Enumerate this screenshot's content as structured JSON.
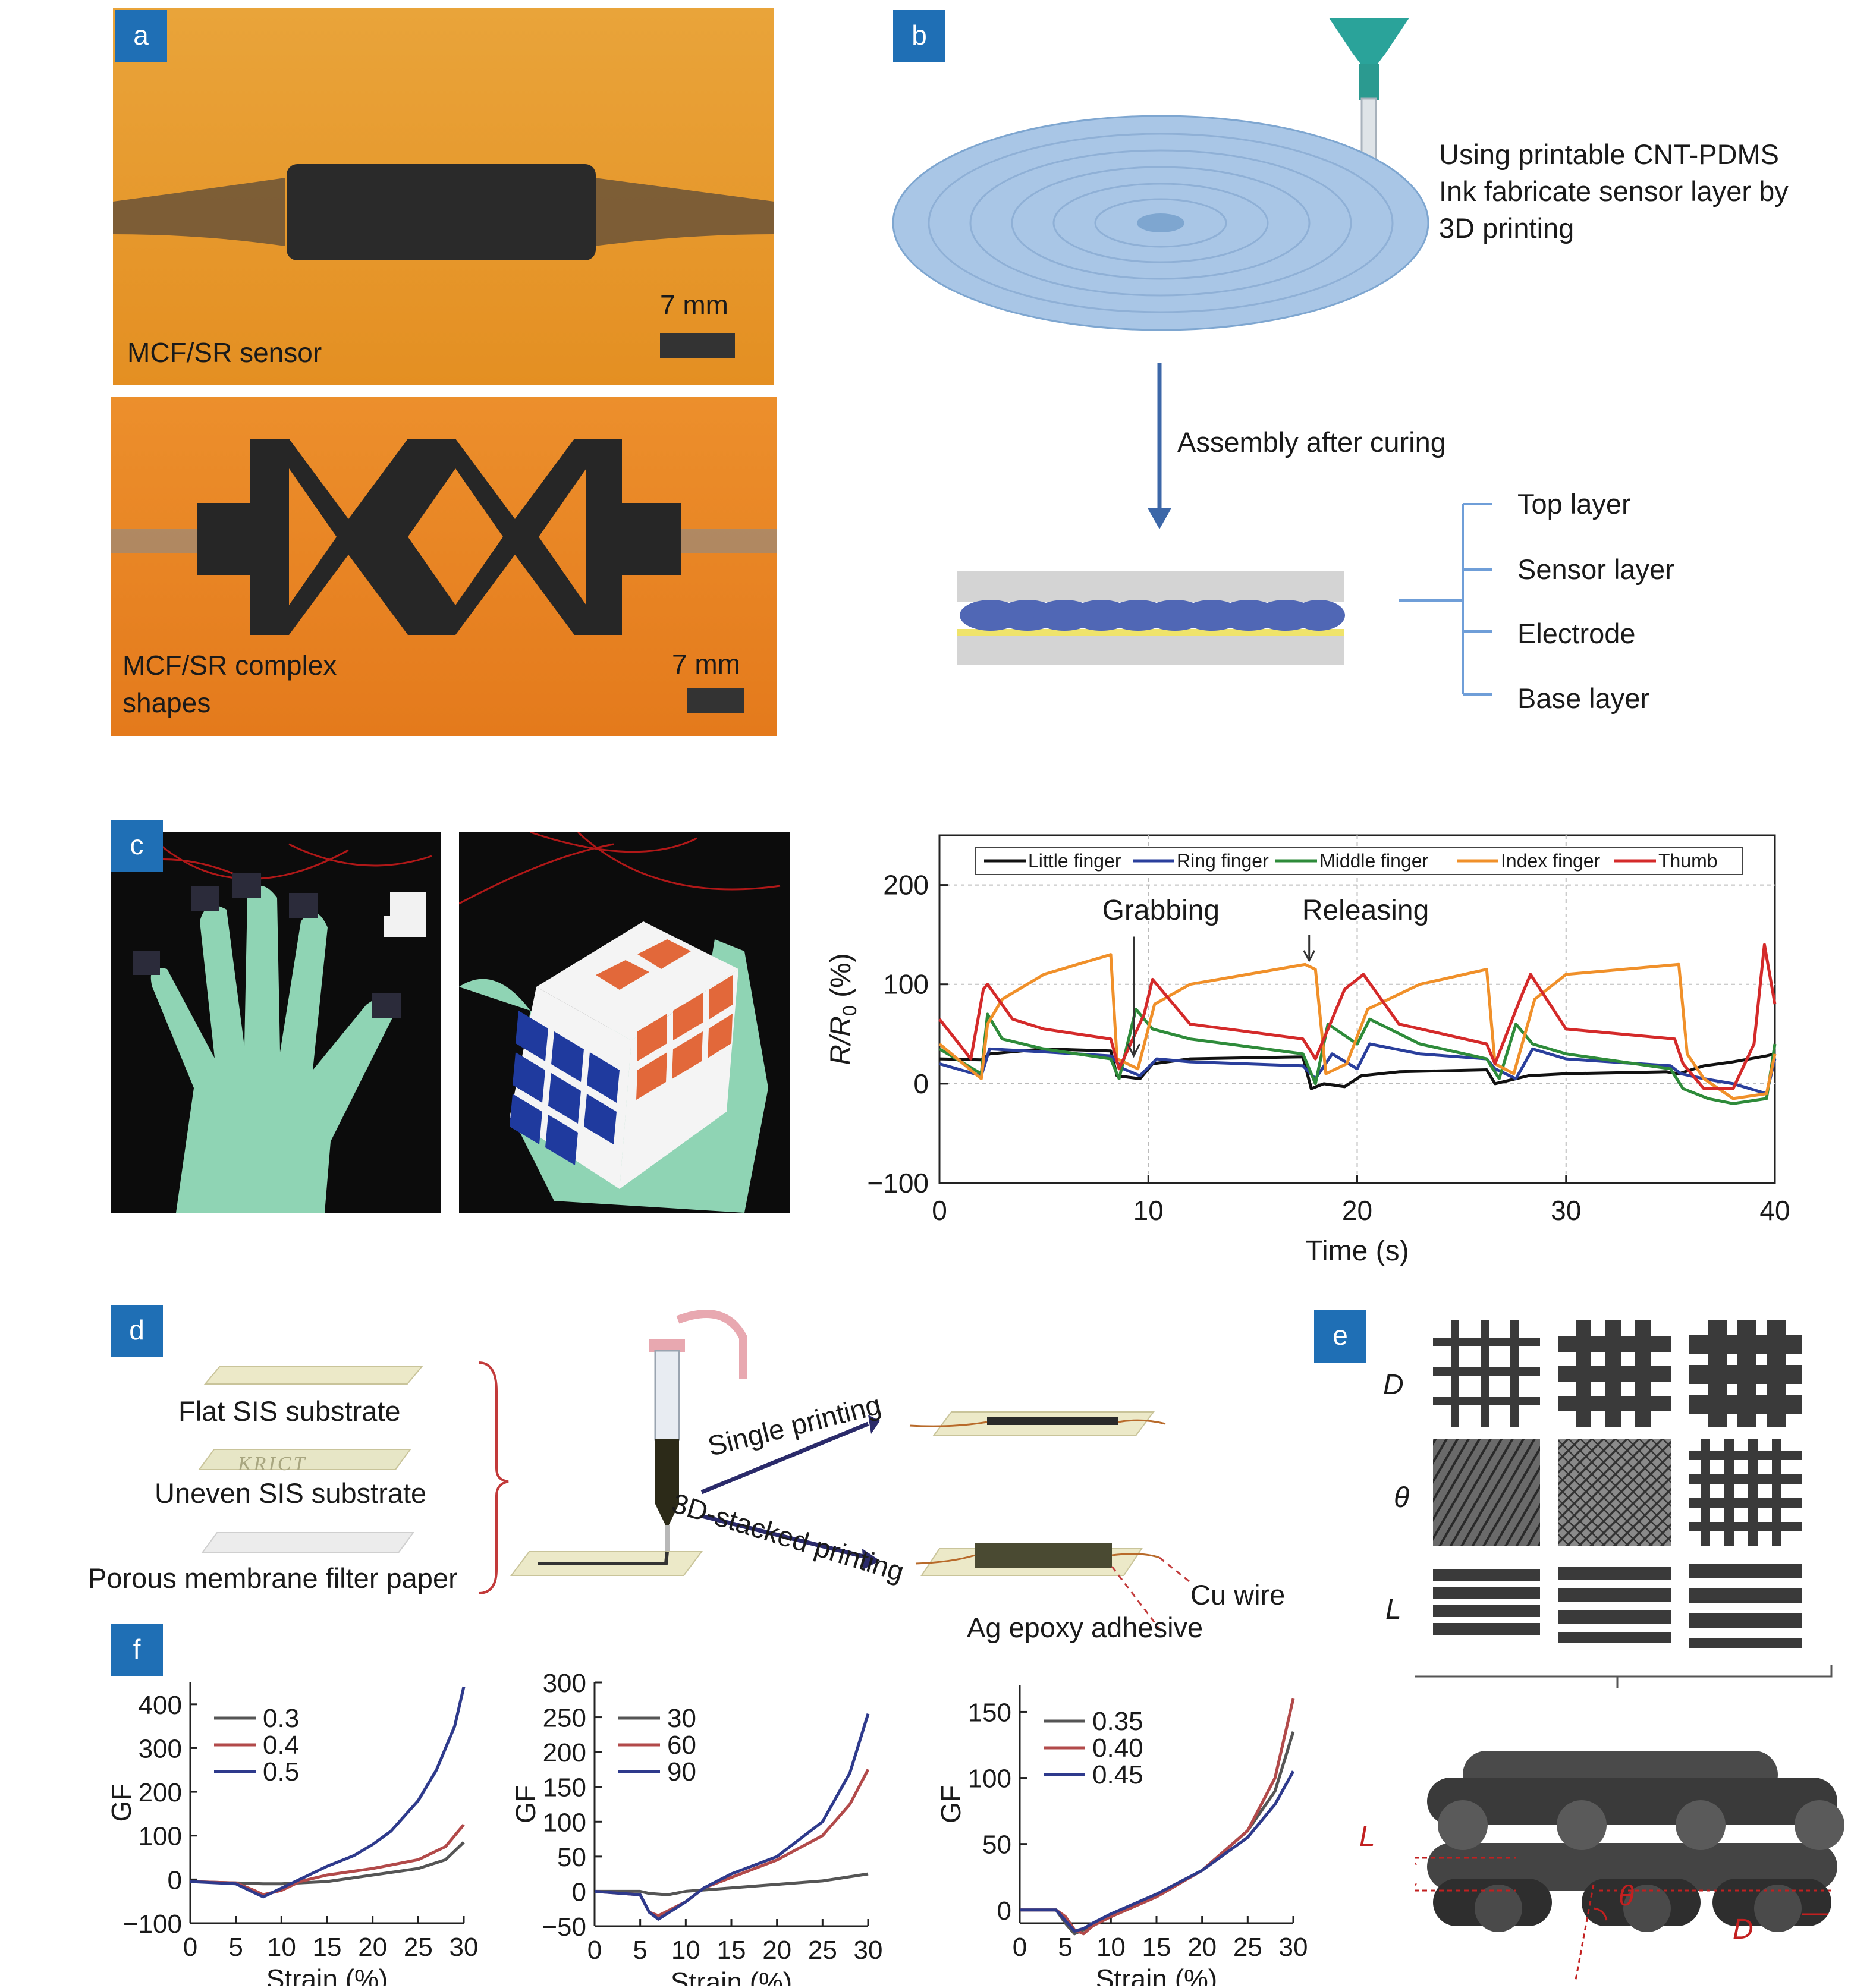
{
  "panels": {
    "a": {
      "label": "a",
      "top_caption": "MCF/SR sensor",
      "top_scale": "7 mm",
      "bottom_caption_line1": "MCF/SR complex",
      "bottom_caption_line2": "shapes",
      "bottom_scale": "7 mm",
      "bg_color": "#e99a2c"
    },
    "b": {
      "label": "b",
      "desc_line1": "Using printable CNT-PDMS",
      "desc_line2": "Ink fabricate sensor layer by",
      "desc_line3": "3D printing",
      "arrow_label": "Assembly after curing",
      "layers": [
        "Top layer",
        "Sensor layer",
        "Electrode",
        "Base layer"
      ]
    },
    "c": {
      "label": "c"
    },
    "d": {
      "label": "d",
      "substrates": [
        "Flat SIS substrate",
        "Uneven SIS substrate",
        "Porous membrane filter paper"
      ],
      "substrate_mark": "KRICT",
      "single": "Single printing",
      "stacked": "3D-stacked printing",
      "cu_wire": "Cu wire",
      "ag_epoxy": "Ag epoxy adhesive"
    },
    "e": {
      "label": "e",
      "rows": [
        "D",
        "θ",
        "L"
      ],
      "dim_L": "L",
      "dim_theta": "θ",
      "dim_D": "D"
    },
    "f": {
      "label": "f"
    }
  },
  "chart_data": [
    {
      "id": "c-resistance",
      "type": "line",
      "xlabel": "Time (s)",
      "ylabel_main": "R/R",
      "ylabel_sub": "0",
      "ylabel_unit": " (%)",
      "xlim": [
        0,
        40
      ],
      "ylim": [
        -100,
        250
      ],
      "xticks": [
        0,
        10,
        20,
        30,
        40
      ],
      "yticks": [
        -100,
        0,
        100,
        200
      ],
      "grid": true,
      "legend_position": "top",
      "annotations": [
        "Grabbing",
        "Releasing"
      ],
      "series": [
        {
          "name": "Little finger",
          "color": "#111111",
          "x": [
            0,
            2,
            2.4,
            5,
            8.2,
            8.5,
            9.6,
            10.2,
            12,
            17.4,
            17.8,
            18.4,
            19.4,
            20.2,
            22,
            26.2,
            26.6,
            27.4,
            28.2,
            30,
            34.8,
            35.4,
            36.6,
            38,
            39.6,
            40
          ],
          "y": [
            25,
            24,
            30,
            35,
            33,
            8,
            5,
            20,
            25,
            27,
            -5,
            0,
            -3,
            8,
            12,
            14,
            0,
            4,
            8,
            10,
            12,
            10,
            18,
            22,
            28,
            30
          ]
        },
        {
          "name": "Ring finger",
          "color": "#2a3f9c",
          "x": [
            0,
            2,
            2.4,
            5,
            8.2,
            8.8,
            9.6,
            10.4,
            12,
            17.4,
            18,
            18.8,
            20,
            20.6,
            23,
            26.2,
            26.6,
            27.6,
            28.4,
            30,
            35,
            35.5,
            36.6,
            38,
            39.6,
            40
          ],
          "y": [
            20,
            8,
            35,
            32,
            28,
            15,
            8,
            25,
            22,
            18,
            5,
            30,
            15,
            40,
            30,
            25,
            15,
            5,
            35,
            25,
            18,
            10,
            5,
            0,
            -10,
            25
          ]
        },
        {
          "name": "Middle finger",
          "color": "#2e8b3a",
          "x": [
            0,
            2,
            2.3,
            3,
            5,
            8.2,
            8.6,
            9.4,
            10.2,
            12,
            17.4,
            18,
            18.6,
            20,
            20.6,
            23,
            26.2,
            26.8,
            27.6,
            28.4,
            30,
            35,
            35.6,
            36.8,
            38,
            39.6,
            40
          ],
          "y": [
            35,
            10,
            70,
            45,
            35,
            25,
            5,
            75,
            55,
            45,
            30,
            0,
            60,
            40,
            65,
            40,
            25,
            5,
            60,
            40,
            30,
            15,
            -5,
            -15,
            -20,
            -15,
            40
          ]
        },
        {
          "name": "Index finger",
          "color": "#f0902a",
          "x": [
            0,
            2,
            2.3,
            3,
            5,
            8.2,
            8.5,
            9.5,
            10.3,
            12,
            17.5,
            18,
            18.5,
            19.5,
            20.5,
            23,
            26.2,
            26.6,
            27.5,
            28.5,
            30,
            35.4,
            35.8,
            36.6,
            38,
            39.6,
            40
          ],
          "y": [
            40,
            5,
            60,
            85,
            110,
            130,
            25,
            15,
            80,
            100,
            120,
            115,
            10,
            20,
            75,
            100,
            115,
            20,
            10,
            85,
            110,
            120,
            30,
            5,
            -15,
            -10,
            30
          ]
        },
        {
          "name": "Thumb",
          "color": "#d42a2a",
          "x": [
            0,
            1.5,
            2.1,
            2.3,
            3.5,
            5,
            8.2,
            8.6,
            9.8,
            10.2,
            12,
            17.4,
            18,
            19.4,
            20.3,
            22,
            26.2,
            26.6,
            27.8,
            28.3,
            30,
            35.2,
            35.6,
            36.6,
            38,
            39,
            39.5,
            40
          ],
          "y": [
            65,
            25,
            95,
            100,
            65,
            55,
            45,
            15,
            70,
            105,
            60,
            45,
            25,
            95,
            110,
            60,
            40,
            20,
            85,
            110,
            55,
            45,
            20,
            -5,
            -5,
            40,
            140,
            80
          ]
        }
      ]
    },
    {
      "id": "f-left",
      "type": "line",
      "xlabel": "Strain (%)",
      "ylabel": "GF",
      "xlim": [
        0,
        30
      ],
      "ylim": [
        -100,
        450
      ],
      "xticks": [
        0,
        5,
        10,
        15,
        20,
        25,
        30
      ],
      "yticks": [
        -100,
        0,
        100,
        200,
        300,
        400
      ],
      "legend_position": "top-left",
      "series": [
        {
          "name": "0.3",
          "color": "#555555",
          "x": [
            0,
            5,
            8,
            10,
            15,
            20,
            25,
            28,
            30
          ],
          "y": [
            -5,
            -8,
            -10,
            -10,
            -5,
            10,
            25,
            45,
            85
          ]
        },
        {
          "name": "0.4",
          "color": "#b24a4a",
          "x": [
            0,
            5,
            7,
            8,
            10,
            12,
            15,
            20,
            25,
            28,
            30
          ],
          "y": [
            -5,
            -8,
            -25,
            -35,
            -25,
            -5,
            10,
            25,
            45,
            75,
            125
          ]
        },
        {
          "name": "0.5",
          "color": "#2e3a8c",
          "x": [
            0,
            5,
            7,
            8,
            10,
            12,
            15,
            18,
            20,
            22,
            25,
            27,
            29,
            30
          ],
          "y": [
            -5,
            -10,
            -30,
            -40,
            -20,
            0,
            30,
            55,
            80,
            110,
            180,
            250,
            350,
            440
          ]
        }
      ]
    },
    {
      "id": "f-mid",
      "type": "line",
      "xlabel": "Strain (%)",
      "ylabel": "GF",
      "xlim": [
        0,
        30
      ],
      "ylim": [
        -50,
        300
      ],
      "xticks": [
        0,
        5,
        10,
        15,
        20,
        25,
        30
      ],
      "yticks": [
        -50,
        0,
        50,
        100,
        150,
        200,
        250,
        300
      ],
      "legend_position": "top-left",
      "series": [
        {
          "name": "30",
          "color": "#555555",
          "x": [
            0,
            5,
            6,
            8,
            10,
            15,
            20,
            25,
            30
          ],
          "y": [
            0,
            0,
            -3,
            -5,
            0,
            5,
            10,
            15,
            25
          ]
        },
        {
          "name": "60",
          "color": "#b24a4a",
          "x": [
            0,
            5,
            6,
            7,
            10,
            12,
            15,
            20,
            25,
            28,
            30
          ],
          "y": [
            0,
            -5,
            -30,
            -35,
            -15,
            5,
            20,
            45,
            80,
            125,
            175
          ]
        },
        {
          "name": "90",
          "color": "#2e3a8c",
          "x": [
            0,
            5,
            6,
            7,
            10,
            12,
            15,
            20,
            25,
            28,
            30
          ],
          "y": [
            0,
            -5,
            -30,
            -40,
            -15,
            5,
            25,
            50,
            100,
            170,
            255
          ]
        }
      ]
    },
    {
      "id": "f-right",
      "type": "line",
      "xlabel": "Strain (%)",
      "ylabel": "GF",
      "xlim": [
        0,
        30
      ],
      "ylim": [
        -10,
        170
      ],
      "xticks": [
        0,
        5,
        10,
        15,
        20,
        25,
        30
      ],
      "tick_labels_x": [
        "0",
        "5",
        "10",
        "15",
        "20",
        "25",
        "30"
      ],
      "yticks": [
        0,
        50,
        100,
        150
      ],
      "legend_position": "top-left",
      "series": [
        {
          "name": "0.35",
          "color": "#555555",
          "x": [
            0,
            4,
            5,
            6,
            7,
            8,
            10,
            15,
            20,
            25,
            28,
            30
          ],
          "y": [
            0,
            0,
            -10,
            -18,
            -15,
            -12,
            -5,
            10,
            30,
            60,
            90,
            135
          ]
        },
        {
          "name": "0.40",
          "color": "#b24a4a",
          "x": [
            0,
            4,
            5,
            6,
            7,
            8,
            10,
            15,
            20,
            25,
            28,
            30
          ],
          "y": [
            0,
            0,
            -5,
            -15,
            -18,
            -12,
            -5,
            10,
            30,
            60,
            100,
            160
          ]
        },
        {
          "name": "0.45",
          "color": "#2e3a8c",
          "x": [
            0,
            4,
            5,
            6,
            7,
            8,
            10,
            15,
            20,
            25,
            28,
            30
          ],
          "y": [
            0,
            0,
            -8,
            -16,
            -14,
            -10,
            -3,
            12,
            30,
            55,
            80,
            105
          ]
        }
      ]
    }
  ]
}
